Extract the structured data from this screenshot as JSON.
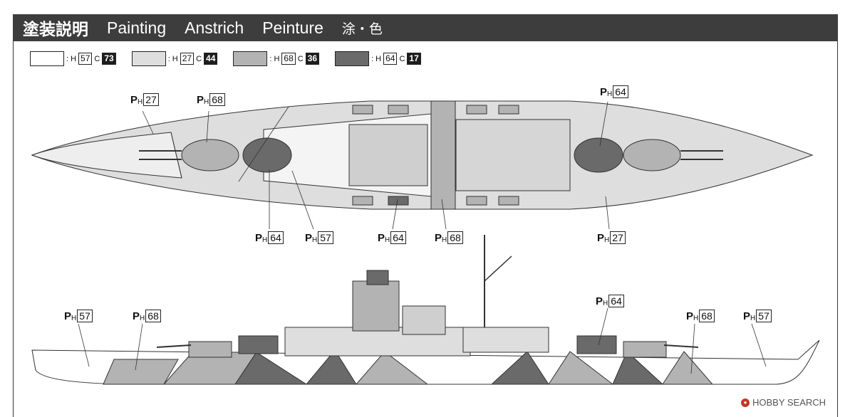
{
  "title": {
    "jp": "塗装説明",
    "en": "Painting",
    "de": "Anstrich",
    "fr": "Peinture",
    "cn": "涂・色"
  },
  "legend": [
    {
      "h_label": "H",
      "h_code": "57",
      "c_label": "C",
      "c_code": "73",
      "color": "#ffffff"
    },
    {
      "h_label": "H",
      "h_code": "27",
      "c_label": "C",
      "c_code": "44",
      "color": "#dedede"
    },
    {
      "h_label": "H",
      "h_code": "68",
      "c_label": "C",
      "c_code": "36",
      "color": "#b3b3b3"
    },
    {
      "h_label": "H",
      "h_code": "64",
      "c_label": "C",
      "c_code": "17",
      "color": "#6a6a6a"
    }
  ],
  "callouts_top": [
    {
      "p": "P",
      "h": "H",
      "code": "27"
    },
    {
      "p": "P",
      "h": "H",
      "code": "68"
    },
    {
      "p": "P",
      "h": "H",
      "code": "64"
    },
    {
      "p": "P",
      "h": "H",
      "code": "64"
    },
    {
      "p": "P",
      "h": "H",
      "code": "57"
    },
    {
      "p": "P",
      "h": "H",
      "code": "64"
    },
    {
      "p": "P",
      "h": "H",
      "code": "68"
    },
    {
      "p": "P",
      "h": "H",
      "code": "27"
    }
  ],
  "callouts_side": [
    {
      "p": "P",
      "h": "H",
      "code": "57"
    },
    {
      "p": "P",
      "h": "H",
      "code": "68"
    },
    {
      "p": "P",
      "h": "H",
      "code": "64"
    },
    {
      "p": "P",
      "h": "H",
      "code": "68"
    },
    {
      "p": "P",
      "h": "H",
      "code": "57"
    }
  ],
  "watermark": "HOBBY SEARCH",
  "colors": {
    "title_bg": "#3d3d3d",
    "h27": "#dedede",
    "h68": "#b3b3b3",
    "h64": "#6a6a6a",
    "h57": "#ffffff"
  }
}
